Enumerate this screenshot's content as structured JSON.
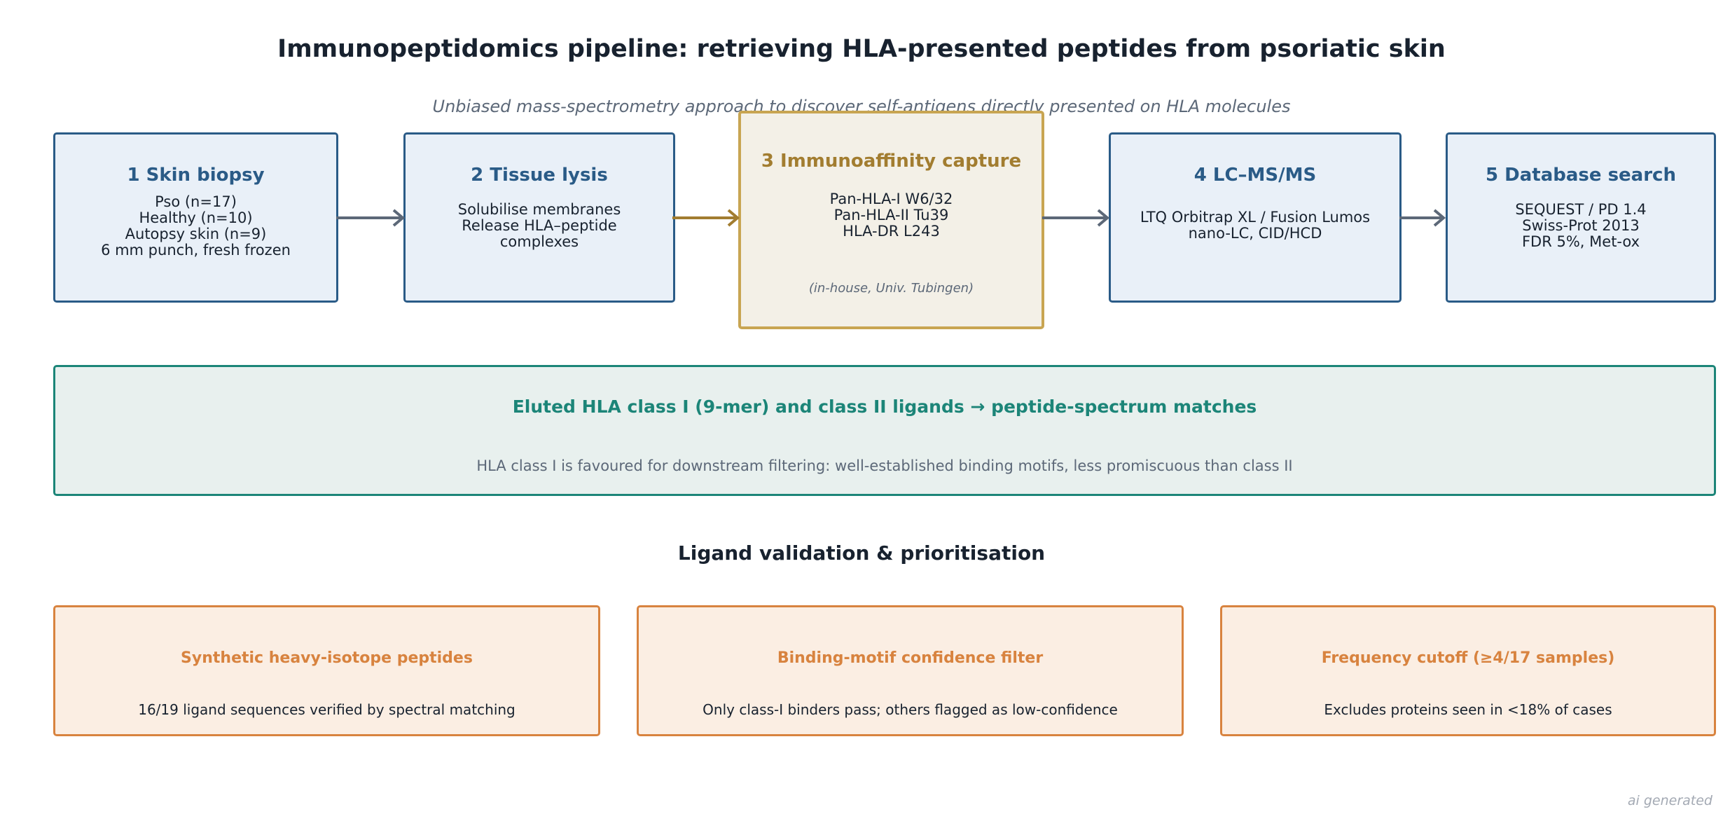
{
  "title": "Immunopeptidomics pipeline: retrieving HLA-presented peptides from psoriatic skin",
  "subtitle": "Unbiased mass-spectrometry approach to discover self-antigens directly presented on HLA molecules",
  "steps": [
    {
      "title": "1  Skin biopsy",
      "body": "Pso (n=17)\nHealthy (n=10)\nAutopsy skin (n=9)\n6 mm punch, fresh frozen"
    },
    {
      "title": "2  Tissue lysis",
      "body": "Solubilise membranes\nRelease HLA–peptide\ncomplexes"
    },
    {
      "title": "3  Immunoaffinity capture",
      "body": "Pan-HLA-I  W6/32\nPan-HLA-II  Tu39\nHLA-DR  L243",
      "note": "(in-house, Univ. Tubingen)"
    },
    {
      "title": "4  LC–MS/MS",
      "body": "LTQ Orbitrap XL / Fusion Lumos\nnano-LC, CID/HCD"
    },
    {
      "title": "5  Database search",
      "body": "SEQUEST / PD 1.4\nSwiss-Prot 2013\nFDR 5%, Met-ox"
    }
  ],
  "eluted": {
    "title": "Eluted HLA class I (9-mer) and class II ligands  →  peptide-spectrum matches",
    "note": "HLA class I is favoured for downstream filtering: well-established binding motifs, less promiscuous than class II"
  },
  "validation": {
    "heading": "Ligand validation & prioritisation",
    "items": [
      {
        "title": "Synthetic heavy-isotope peptides",
        "body": "16/19 ligand sequences verified by spectral matching"
      },
      {
        "title": "Binding-motif confidence filter",
        "body": "Only class-I binders pass; others flagged as low-confidence"
      },
      {
        "title": "Frequency cutoff (≥4/17 samples)",
        "body": "Excludes proteins seen in <18% of cases"
      }
    ]
  },
  "watermark": "ai generated",
  "colors": {
    "step_border": "#2a5b87",
    "step_fill": "#e9f0f8",
    "highlight_border": "#c8a552",
    "highlight_fill": "#f3f0e7",
    "eluted_border": "#1c8578",
    "eluted_fill": "#e8f0ee",
    "validation_border": "#d8833f",
    "validation_fill": "#fbeee3",
    "arrow": "#5c6878",
    "arrow_highlight": "#a27d30"
  }
}
